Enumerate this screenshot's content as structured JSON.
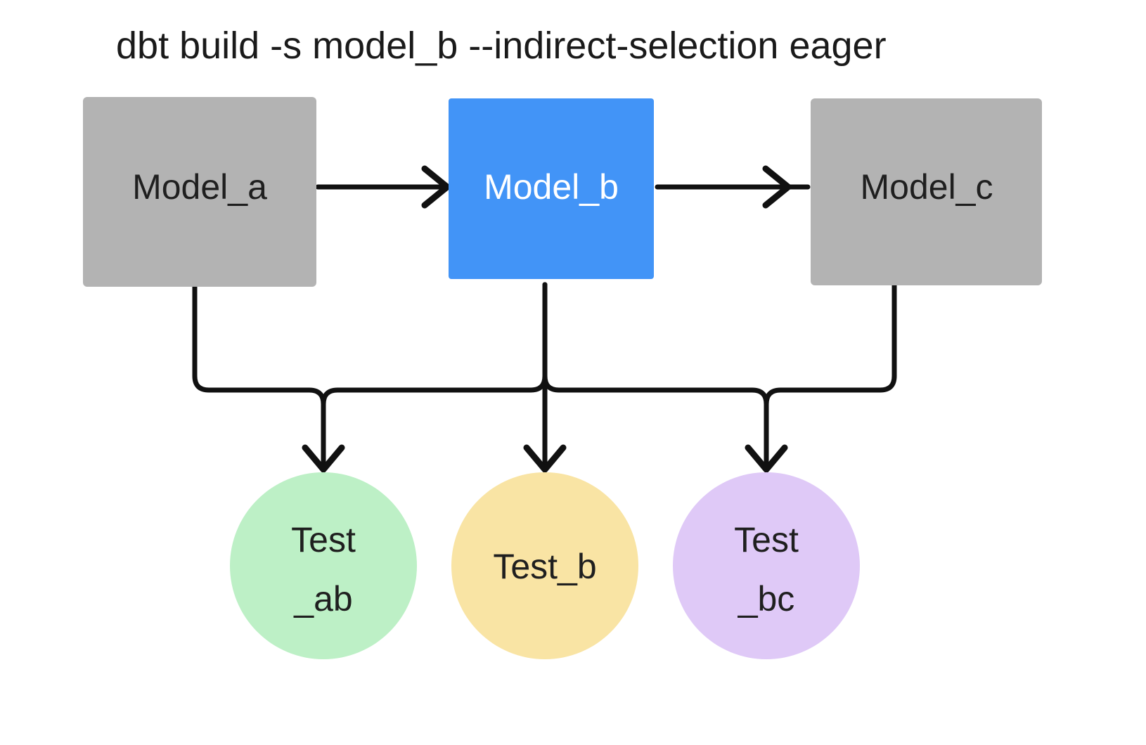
{
  "title": "dbt build -s model_b --indirect-selection eager",
  "colors": {
    "background": "#ffffff",
    "model_default": "#b3b3b3",
    "model_selected": "#4294f7",
    "test_ab": "#bdf0c6",
    "test_b": "#f9e4a4",
    "test_bc": "#dfc9f7",
    "edge": "#111111",
    "text_dark": "#1f1f1f",
    "text_light": "#ffffff"
  },
  "models": [
    {
      "id": "model_a",
      "label": "Model_a",
      "fill": "#b3b3b3",
      "text_color": "#1f1f1f",
      "selected": false
    },
    {
      "id": "model_b",
      "label": "Model_b",
      "fill": "#4294f7",
      "text_color": "#ffffff",
      "selected": true
    },
    {
      "id": "model_c",
      "label": "Model_c",
      "fill": "#b3b3b3",
      "text_color": "#1f1f1f",
      "selected": false
    }
  ],
  "tests": [
    {
      "id": "test_ab",
      "label_line1": "Test",
      "label_line2": "_ab",
      "fill": "#bdf0c6"
    },
    {
      "id": "test_b",
      "label_line1": "Test_b",
      "label_line2": "",
      "fill": "#f9e4a4"
    },
    {
      "id": "test_bc",
      "label_line1": "Test",
      "label_line2": "_bc",
      "fill": "#dfc9f7"
    }
  ],
  "edges": [
    {
      "id": "edge-a-b",
      "from": "model_a",
      "to": "model_b",
      "kind": "horizontal-arrow"
    },
    {
      "id": "edge-b-c",
      "from": "model_b",
      "to": "model_c",
      "kind": "horizontal-arrow"
    },
    {
      "id": "edge-a-testab",
      "from": "model_a",
      "to": "test_ab",
      "kind": "elbow-arrow"
    },
    {
      "id": "edge-b-testab",
      "from": "model_b",
      "to": "test_ab",
      "kind": "elbow-arrow"
    },
    {
      "id": "edge-b-testb",
      "from": "model_b",
      "to": "test_b",
      "kind": "straight-arrow"
    },
    {
      "id": "edge-b-testbc",
      "from": "model_b",
      "to": "test_bc",
      "kind": "elbow-arrow"
    },
    {
      "id": "edge-c-testbc",
      "from": "model_c",
      "to": "test_bc",
      "kind": "elbow-arrow"
    }
  ]
}
